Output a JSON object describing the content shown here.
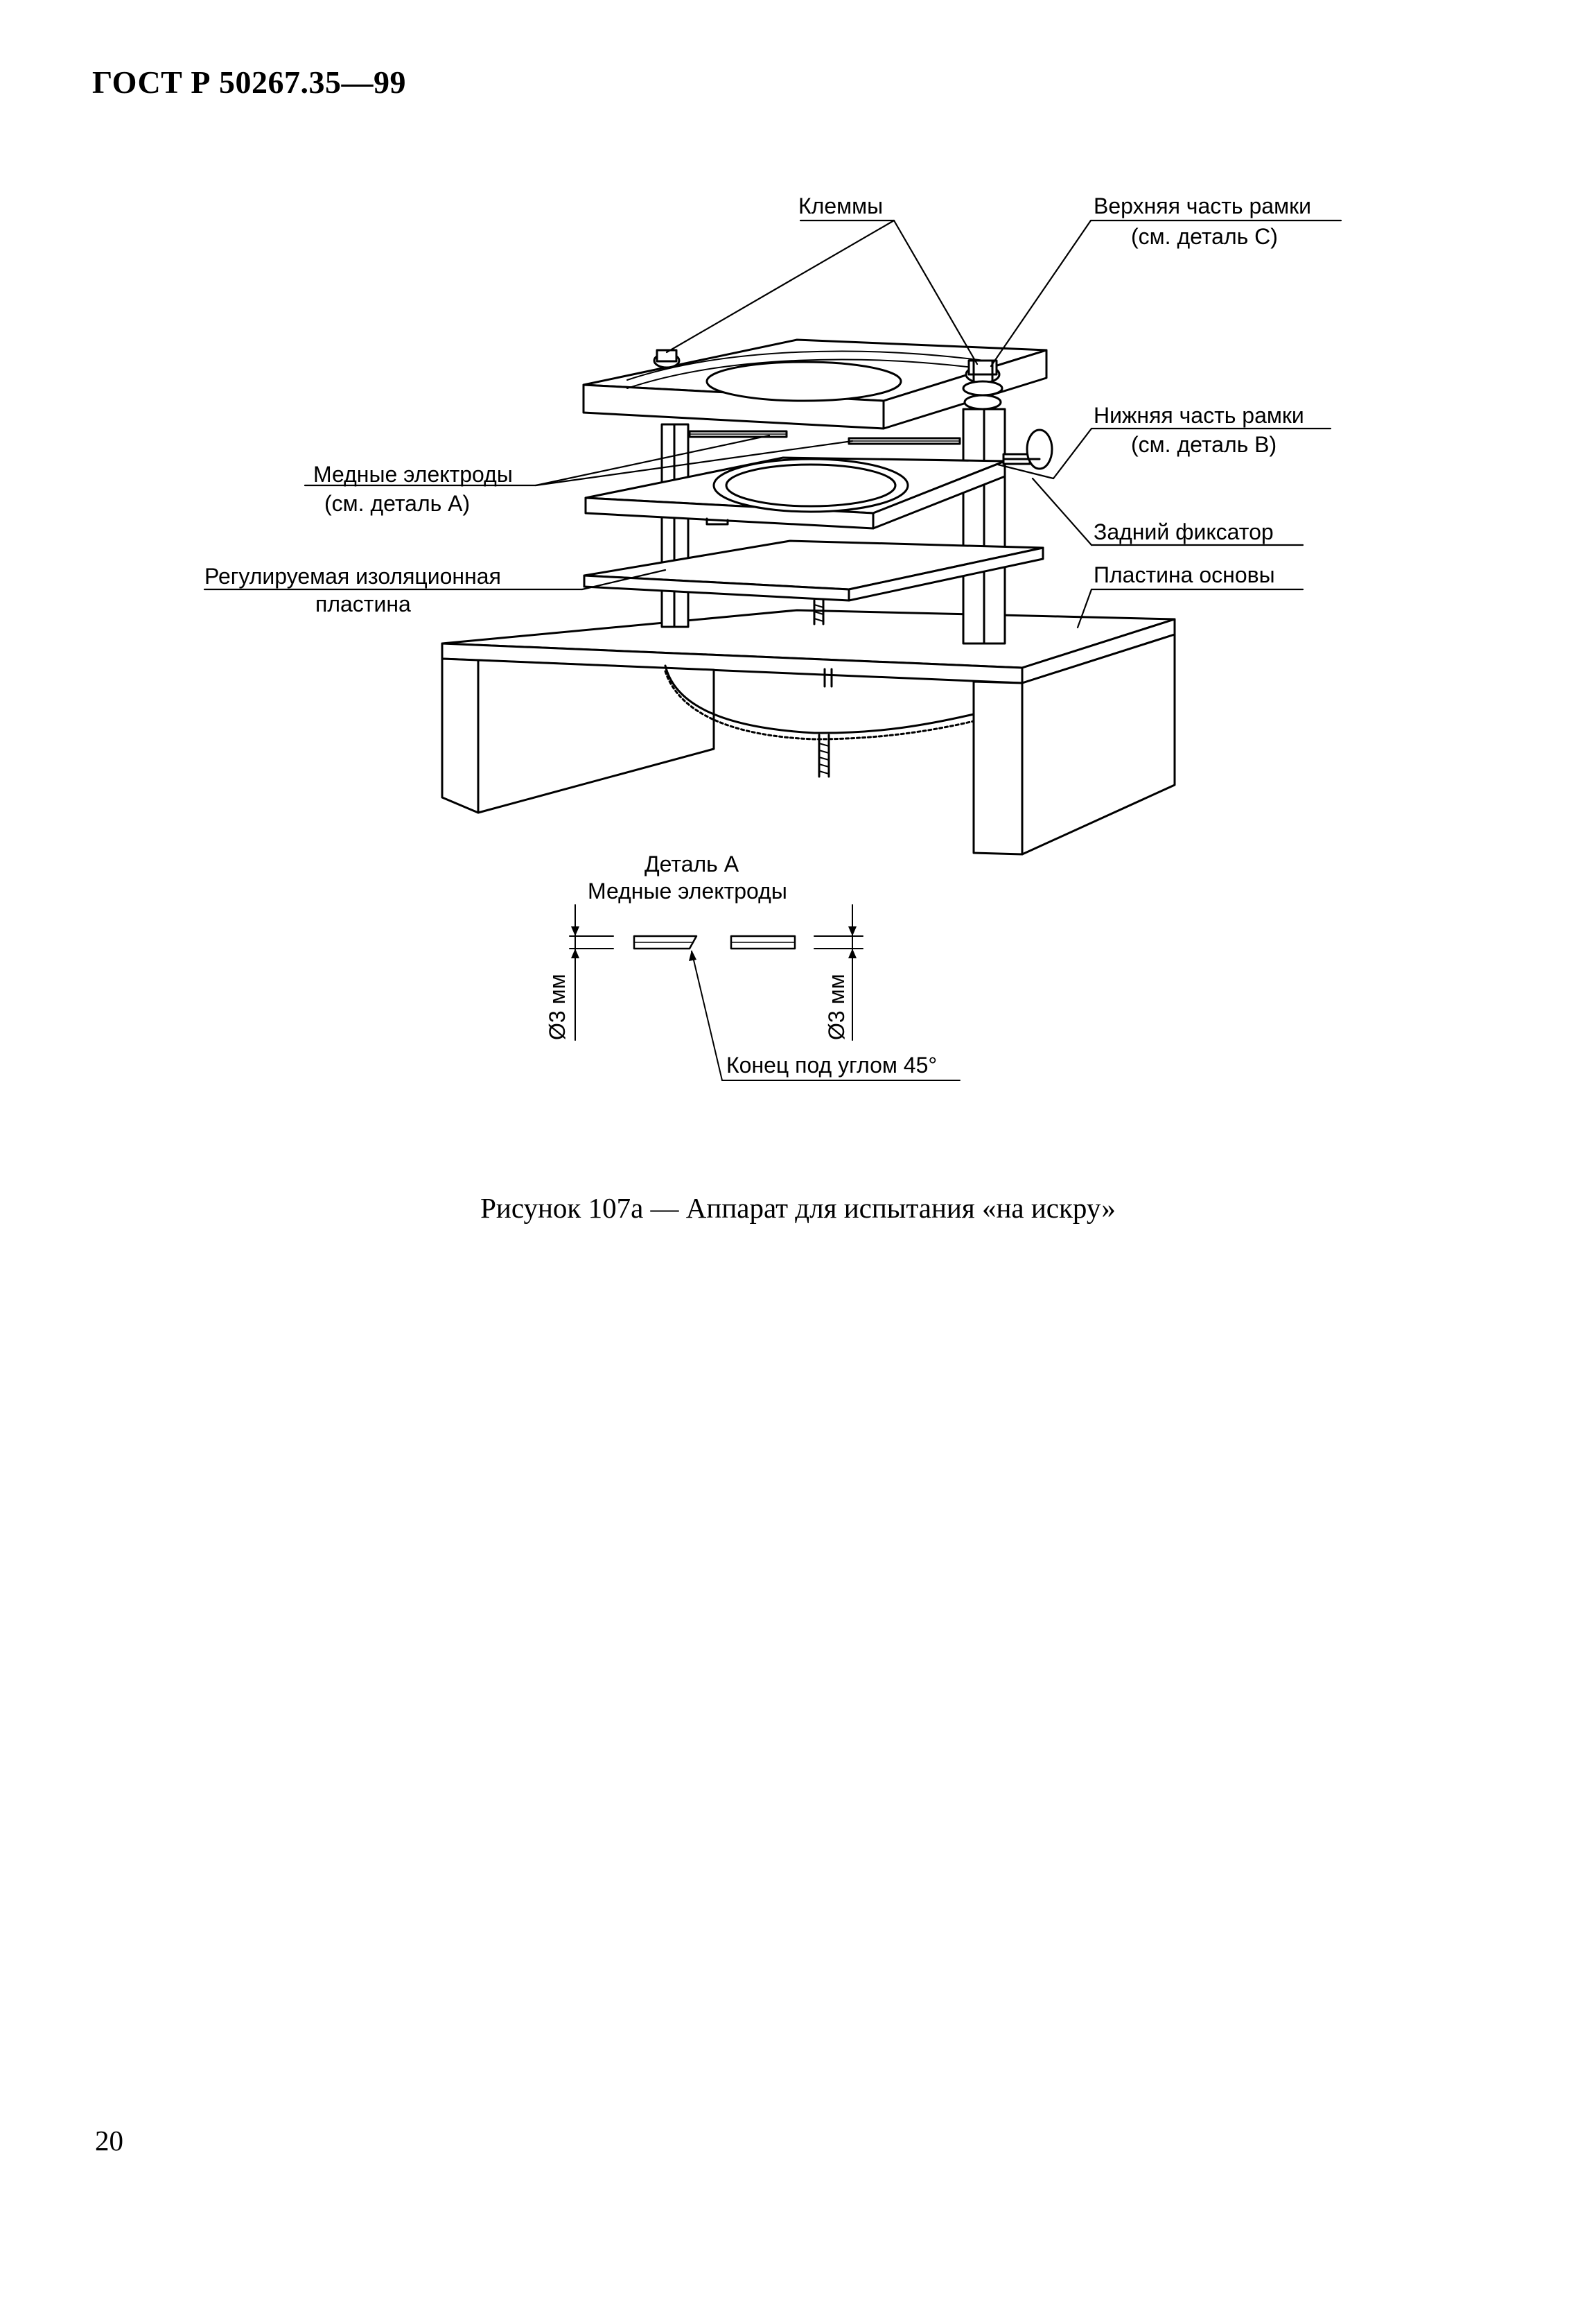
{
  "header": {
    "standard": "ГОСТ Р 50267.35—99"
  },
  "figure": {
    "labels": {
      "terminals": "Клеммы",
      "frame_top_1": "Верхняя часть рамки",
      "frame_top_2": "(см. деталь С)",
      "copper_electrodes_1": "Медные электроды",
      "copper_electrodes_2": "(см. деталь А)",
      "frame_bottom_1": "Нижняя часть рамки",
      "frame_bottom_2": "(см. деталь В)",
      "rear_lock": "Задний фиксатор",
      "adjustable_plate_1": "Регулируемая изоляционная",
      "adjustable_plate_2": "пластина",
      "base_plate": "Пластина основы"
    },
    "detail_a": {
      "title": "Деталь А",
      "subtitle": "Медные электроды",
      "dim_left": "Ø3 мм",
      "dim_right": "Ø3 мм",
      "end_note": "Конец под углом 45°"
    },
    "caption": "Рисунок 107а — Аппарат для испытания «на искру»"
  },
  "page_number": "20"
}
